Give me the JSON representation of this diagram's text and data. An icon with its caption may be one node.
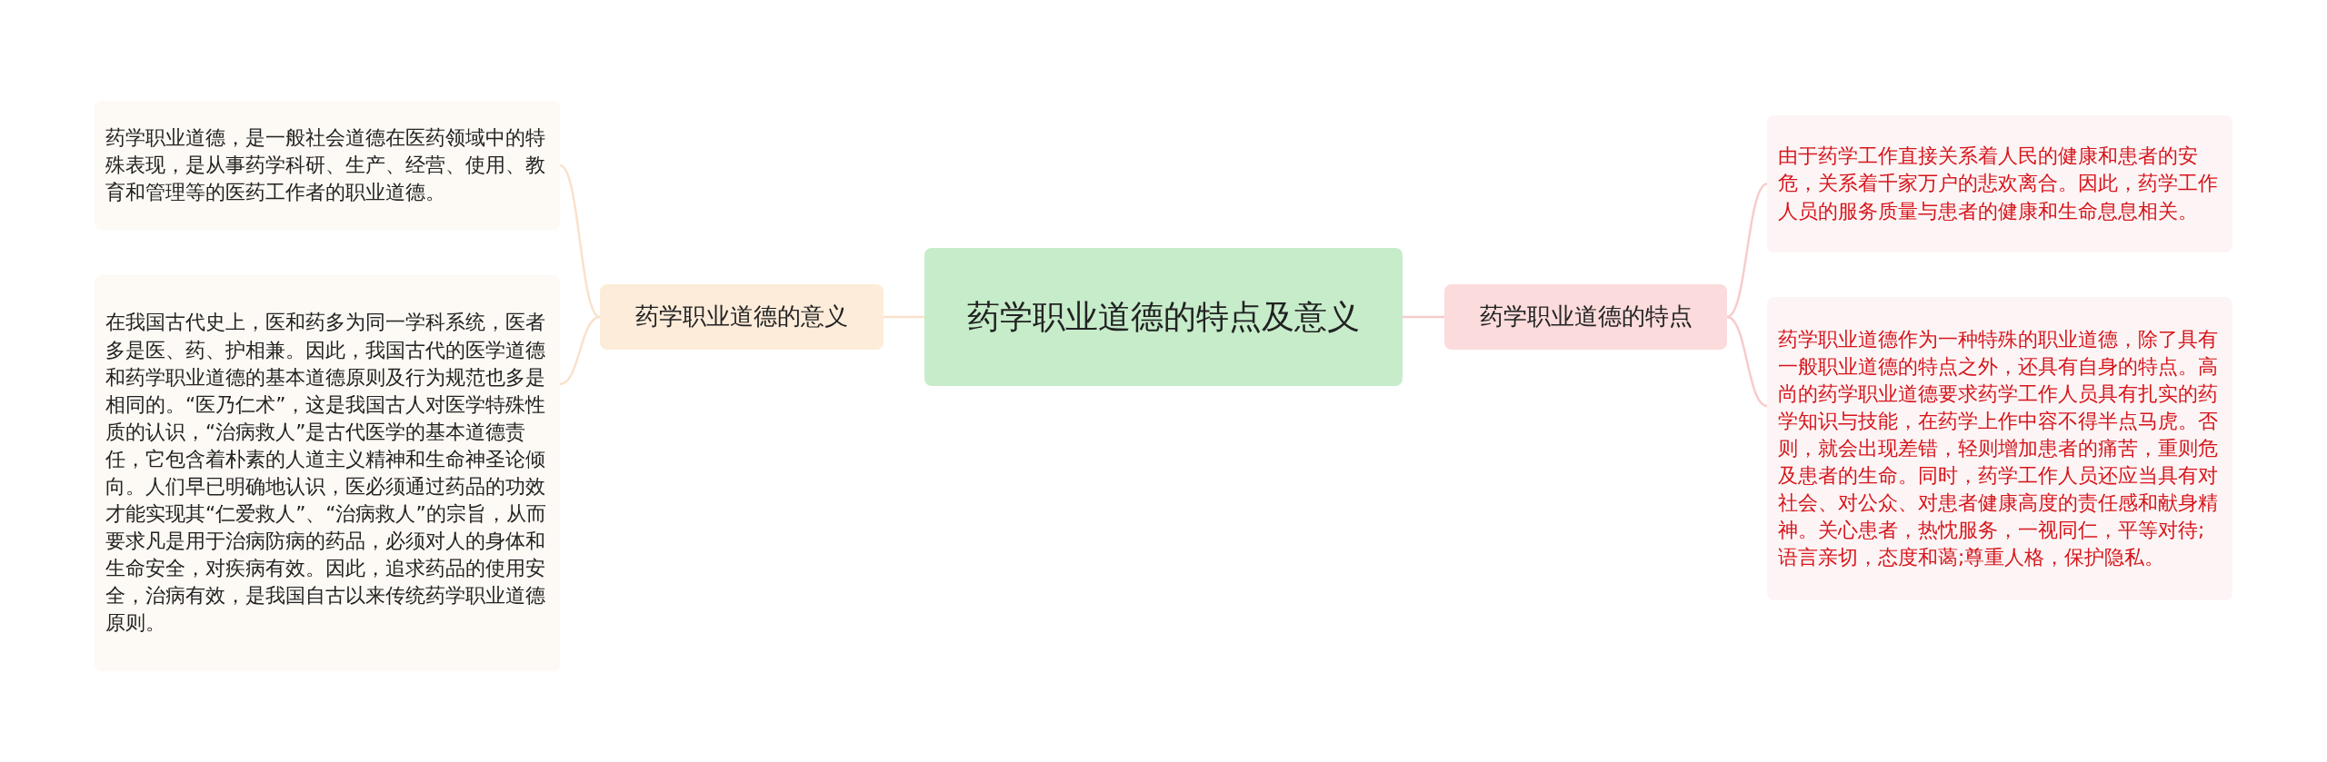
{
  "diagram": {
    "nodes": [
      {
        "text": [
          "药学职业道德的特点及意义"
        ]
      },
      {
        "text": [
          "药学职业道德的意义"
        ]
      },
      {
        "text": [
          "药学职业道德，是一般社会道德在医药领域中的特殊表现，是从事药学科研、生产、经营、使用、教育和管理等的医药工作者的职业道德。"
        ]
      },
      {
        "text": [
          "在我国古代史上，医和药多为同一学科系统，医者多是医、药、护相兼。因此，我国古代的医学道德和药学职业道德的基本道德原则及行为规范也多是相同的。“医乃仁术”，这是我国古人对医学特殊性质的认识，“治病救人”是古代医学的基本道德责任，它包含着朴素的人道主义精神和生命神圣论倾向。人们早已明确地认识，医必须通过药品的功效才能实现其“仁爱救人”、“治病救人”的宗旨，从而要求凡是用于治病防病的药品，必须对人的身体和生命安全，对疾病有效。因此，追求药品的使用安全，治病有效，是我国自古以来传统药学职业道德原则。"
        ]
      },
      {
        "text": [
          "药学职业道德的特点"
        ]
      },
      {
        "text": [
          "由于药学工作直接关系着人民的健康和患者的安危，关系着千家万户的悲欢离合。因此，药学工作人员的服务质量与患者的健康和生命息息相关。"
        ]
      },
      {
        "text": [
          "药学职业道德作为一种特殊的职业道德，除了具有一般职业道德的特点之外，还具有自身的特点。高尚的药学职业道德要求药学工作人员具有扎实的药学知识与技能，在药学上作中容不得半点马虎。否则，就会出现差错，轻则增加患者的痛苦，重则危及患者的生命。同时，药学工作人员还应当具有对社会、对公众、对患者健康高度的责任感和献身精神。关心患者，热忱服务，一视同仁，平等对待;语言亲切，态度和蔼;尊重人格，保护隐私。"
        ]
      }
    ],
    "edges": [
      {
        "from": 0,
        "to": 1,
        "arrow": "none"
      },
      {
        "from": 1,
        "to": 2,
        "arrow": "none"
      },
      {
        "from": 1,
        "to": 3,
        "arrow": "none"
      },
      {
        "from": 0,
        "to": 4,
        "arrow": "none"
      },
      {
        "from": 4,
        "to": 5,
        "arrow": "none"
      },
      {
        "from": 4,
        "to": 6,
        "arrow": "none"
      }
    ]
  }
}
